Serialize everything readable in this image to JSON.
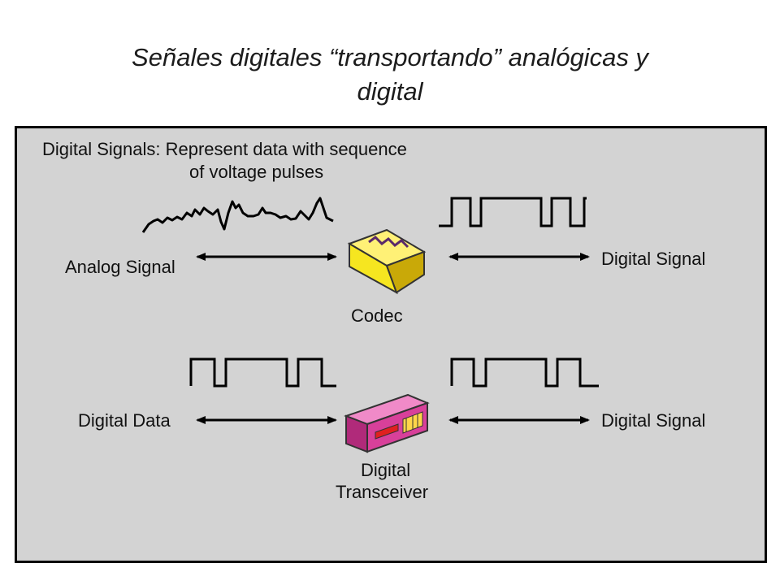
{
  "slide": {
    "title_line1": "Señales digitales “transportando” analógicas y",
    "title_line2": "digital"
  },
  "diagram": {
    "heading_line1": "Digital Signals: Represent data with sequence",
    "heading_line2": "of voltage pulses",
    "row1": {
      "left_label": "Analog Signal",
      "device_label": "Codec",
      "right_label": "Digital Signal"
    },
    "row2": {
      "left_label": "Digital Data",
      "device_label_line1": "Digital",
      "device_label_line2": "Transceiver",
      "right_label": "Digital Signal"
    }
  },
  "colors": {
    "panel": "#d3d3d3",
    "codec": "#f6e620",
    "transceiver": "#d8409a"
  }
}
